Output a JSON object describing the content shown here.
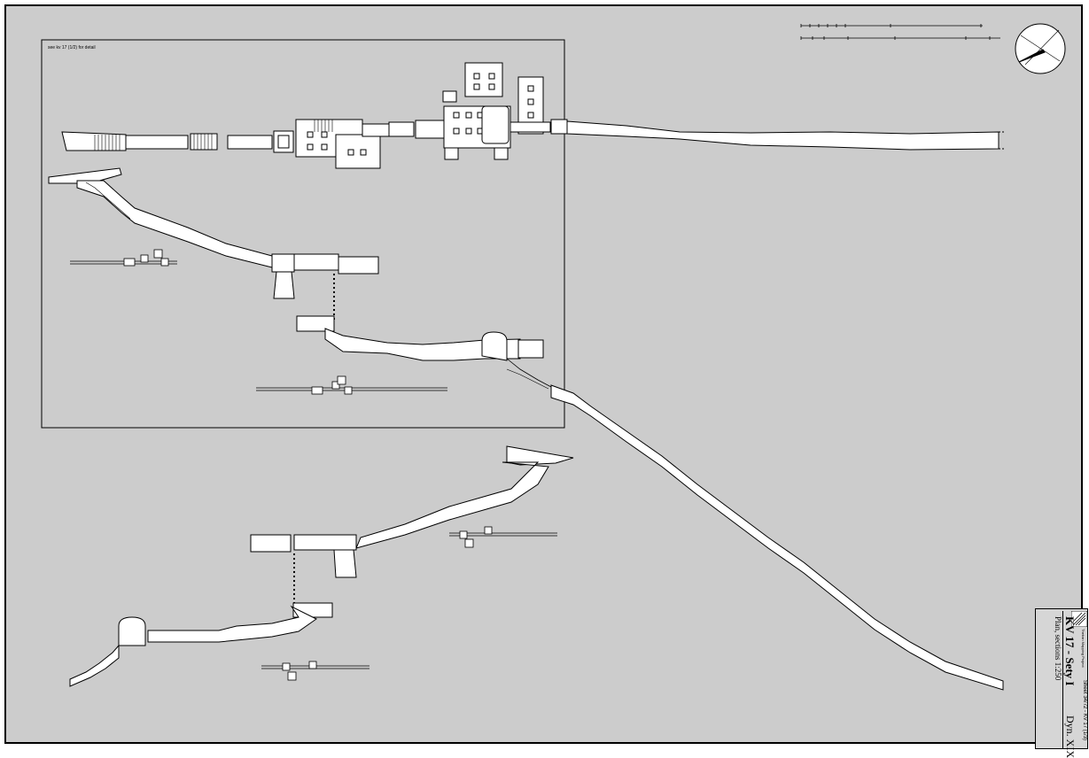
{
  "inset_note": "see kv 17 (1/2) for detail",
  "title_block": {
    "title": "KV 17 - Sety I",
    "subtitle": "Plan, sections 1:250",
    "dynasty": "Dyn. XIX",
    "sheet": "Sheet 34/72 - KV 17 (1/3)",
    "project_logo_text": "Theban Mapping Project"
  },
  "icons": [
    "scale-bar-icon",
    "north-arrow-icon",
    "project-logo-icon"
  ]
}
